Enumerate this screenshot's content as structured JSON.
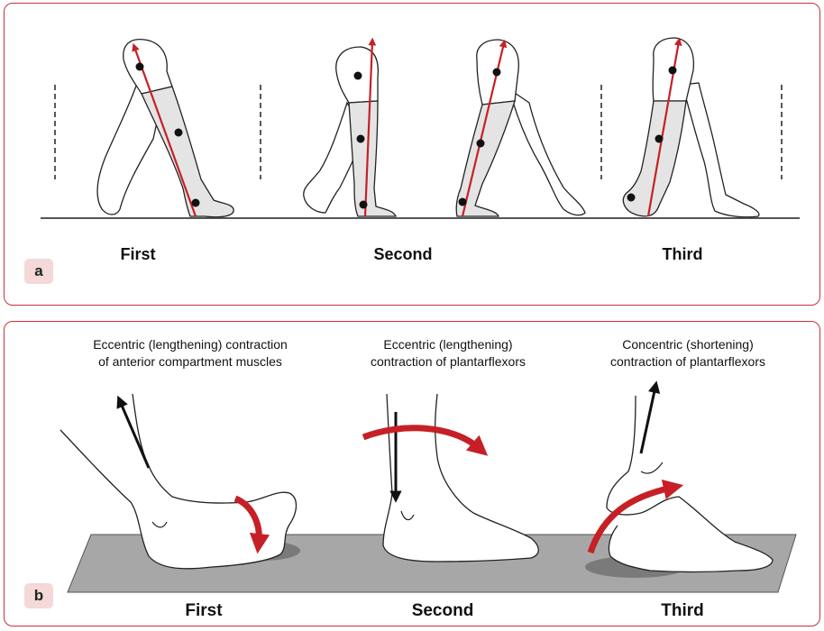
{
  "panel_a": {
    "badge": "a",
    "phases": [
      "First",
      "Second",
      "Third"
    ]
  },
  "panel_b": {
    "badge": "b",
    "phases": [
      "First",
      "Second",
      "Third"
    ],
    "captions": [
      {
        "line1": "Eccentric (lengthening) contraction",
        "line2": "of anterior compartment muscles"
      },
      {
        "line1": "Eccentric (lengthening)",
        "line2": "contraction of plantarflexors"
      },
      {
        "line1": "Concentric (shortening)",
        "line2": "contraction of plantarflexors"
      }
    ]
  },
  "colors": {
    "frame": "#c8303a",
    "arrow_red": "#c62026",
    "badge_fill": "#f4d9d8",
    "leg_fill": "#e4e4e4",
    "floor": "#a7a7a7",
    "shadow": "#7a7a7a"
  }
}
